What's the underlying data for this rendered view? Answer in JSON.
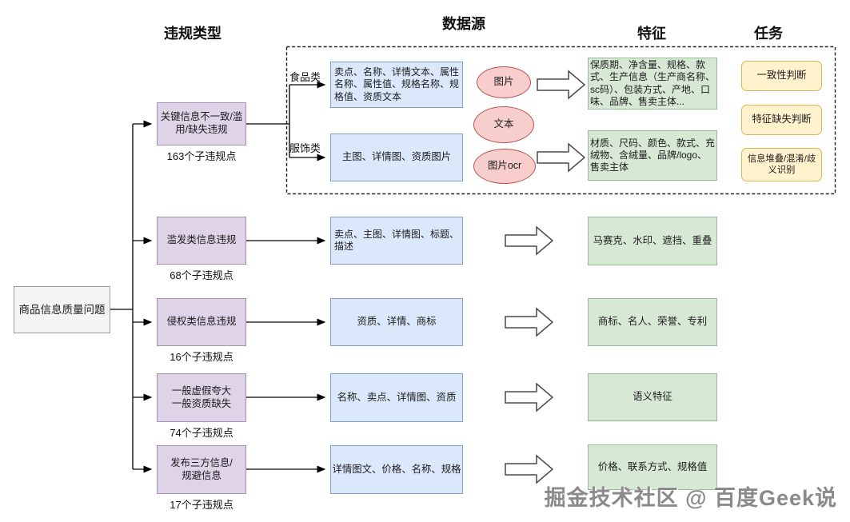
{
  "headers": {
    "violation_type": "违规类型",
    "data_source": "数据源",
    "feature": "特征",
    "task": "任务"
  },
  "root": {
    "label": "商品信息质量问题"
  },
  "violations": [
    {
      "label": "关键信息不一致/滥\n用/缺失违规",
      "count": "163个子违规点"
    },
    {
      "label": "滥发类信息违规",
      "count": "68个子违规点"
    },
    {
      "label": "侵权类信息违规",
      "count": "16个子违规点"
    },
    {
      "label": "一般虚假夸大\n一般资质缺失",
      "count": "74个子违规点"
    },
    {
      "label": "发布三方信息/\n规避信息",
      "count": "17个子违规点"
    }
  ],
  "data_sources": {
    "food_label": "食品类",
    "clothing_label": "服饰类",
    "food": "卖点、名称、详情文本、属性\n名称、属性值、规格名称、规\n格值、资质文本",
    "clothing": "主图、详情图、资质图片",
    "row2": "卖点、主图、详情图、标题、\n描述",
    "row3": "资质、详情、商标",
    "row4": "名称、卖点、详情图、资质",
    "row5": "详情图文、价格、名称、规格"
  },
  "modalities": {
    "image": "图片",
    "text": "文本",
    "image_ocr": "图片ocr"
  },
  "features": {
    "food": "保质期、净含量、规格、款\n式、生产信息（生产商名称、\nsc码）、包装方式、产地、口\n味、品牌、售卖主体...",
    "clothing": "材质、尺码、颜色、款式、充\n绒物、含绒量、品牌/logo、\n售卖主体",
    "row2": "马赛克、水印、遮挡、重叠",
    "row3": "商标、名人、荣誉、专利",
    "row4": "语义特征",
    "row5": "价格、联系方式、规格值"
  },
  "tasks": [
    "一致性判断",
    "特征缺失判断",
    "信息堆叠/混淆/歧\n义识别"
  ],
  "watermark": "掘金技术社区 @ 百度Geek说",
  "colors": {
    "violation_fill": "#ded3e7",
    "violation_border": "#a293b3",
    "datasource_fill": "#dbe8fb",
    "datasource_border": "#7f9dc7",
    "modality_fill": "#f8cecc",
    "modality_border": "#b85450",
    "feature_fill": "#d7e8d5",
    "feature_border": "#94ba92",
    "task_fill": "#fff2cc",
    "task_border": "#d6b656",
    "root_fill": "#f5f5f5",
    "root_border": "#9a9a9a",
    "line": "#000000"
  }
}
